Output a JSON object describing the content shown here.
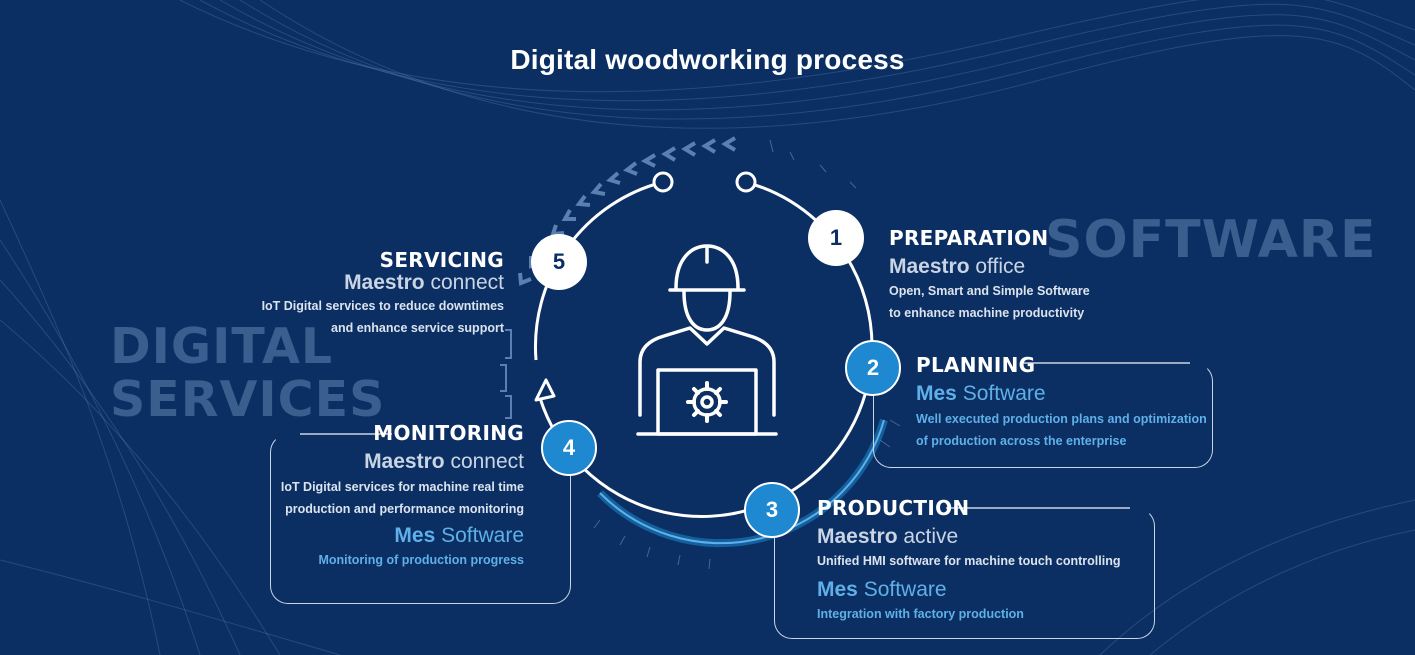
{
  "title": "Digital woodworking process",
  "labels": {
    "software": "SOFTWARE",
    "digital": "DIGITAL",
    "services": "SERVICES"
  },
  "colors": {
    "background": "#0b2f63",
    "accent_blue": "#1e88d0",
    "light_blue_text": "#5fb0e8",
    "faded_label": "#3a5e8e"
  },
  "center_icon": "worker-with-laptop-gear-icon",
  "steps": [
    {
      "number": "1",
      "heading": "PREPARATION",
      "products": [
        {
          "brand": "Maestro",
          "name": "office",
          "description": [
            "Open, Smart and Simple Software",
            "to enhance machine productivity"
          ]
        }
      ]
    },
    {
      "number": "2",
      "heading": "PLANNING",
      "products": [
        {
          "brand": "Mes",
          "name": "Software",
          "description": [
            "Well executed production plans and optimization",
            "of production across the enterprise"
          ]
        }
      ]
    },
    {
      "number": "3",
      "heading": "PRODUCTION",
      "products": [
        {
          "brand": "Maestro",
          "name": "active",
          "description": [
            "Unified HMI software for machine touch controlling"
          ]
        },
        {
          "brand": "Mes",
          "name": "Software",
          "description": [
            "Integration with factory production"
          ]
        }
      ]
    },
    {
      "number": "4",
      "heading": "MONITORING",
      "products": [
        {
          "brand": "Maestro",
          "name": "connect",
          "description": [
            "IoT Digital services for machine real time",
            "production and performance monitoring"
          ]
        },
        {
          "brand": "Mes",
          "name": "Software",
          "description": [
            "Monitoring of production progress"
          ]
        }
      ]
    },
    {
      "number": "5",
      "heading": "SERVICING",
      "products": [
        {
          "brand": "Maestro",
          "name": "connect",
          "description": [
            "IoT Digital services to reduce downtimes",
            "and enhance service support"
          ]
        }
      ]
    }
  ]
}
